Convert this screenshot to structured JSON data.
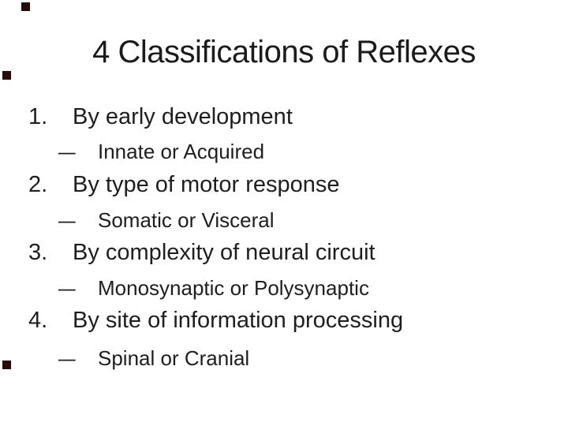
{
  "slide": {
    "title": "4 Classifications of Reflexes",
    "items": [
      {
        "number": "1.",
        "text": "By early development",
        "bullet": "–",
        "sub": "Innate or Acquired"
      },
      {
        "number": "2.",
        "text": "By type of motor response",
        "bullet": "–",
        "sub": "Somatic or Visceral"
      },
      {
        "number": "3.",
        "text": "By complexity of neural circuit",
        "bullet": "–",
        "sub": "Monosynaptic or Polysynaptic"
      },
      {
        "number": "4.",
        "text": "By site of information processing",
        "bullet": "–",
        "sub": "Spinal or Cranial"
      }
    ],
    "colors": {
      "background": "#ffffff",
      "text": "#1e1e1e",
      "accent_square": "#2b0b08"
    }
  }
}
